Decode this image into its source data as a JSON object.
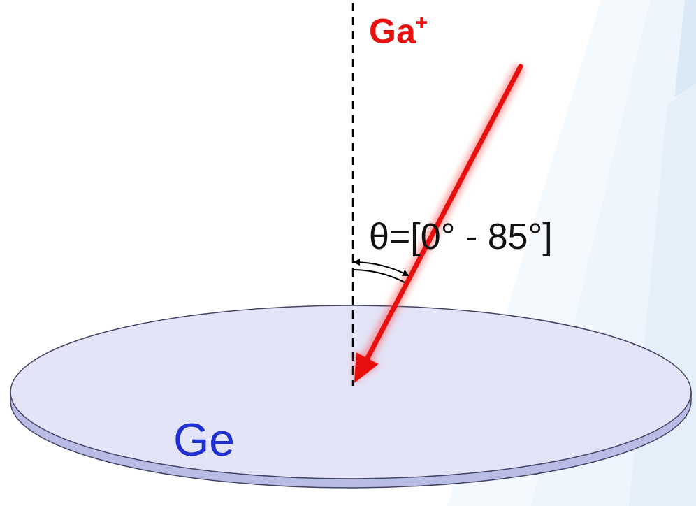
{
  "diagram": {
    "nodes": [
      {
        "text": [
          "Ge"
        ]
      }
    ],
    "labels": [
      "Ga⁺",
      "θ=[0° - 85°]"
    ]
  }
}
